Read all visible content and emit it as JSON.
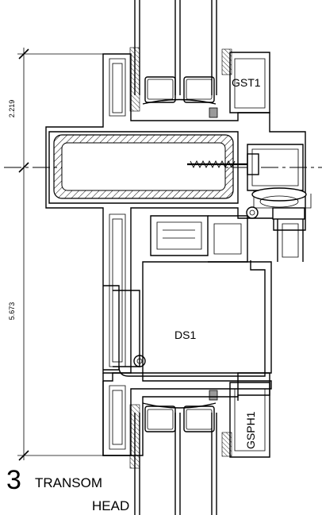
{
  "drawing": {
    "dimensions": {
      "upper": "2.219",
      "lower": "5.673"
    },
    "labels": {
      "gasket_top": "GST1",
      "main_section": "DS1",
      "gasket_bottom": "GSPH1"
    },
    "title": {
      "number": "3",
      "line1": "TRANSOM",
      "line2": "HEAD"
    }
  }
}
